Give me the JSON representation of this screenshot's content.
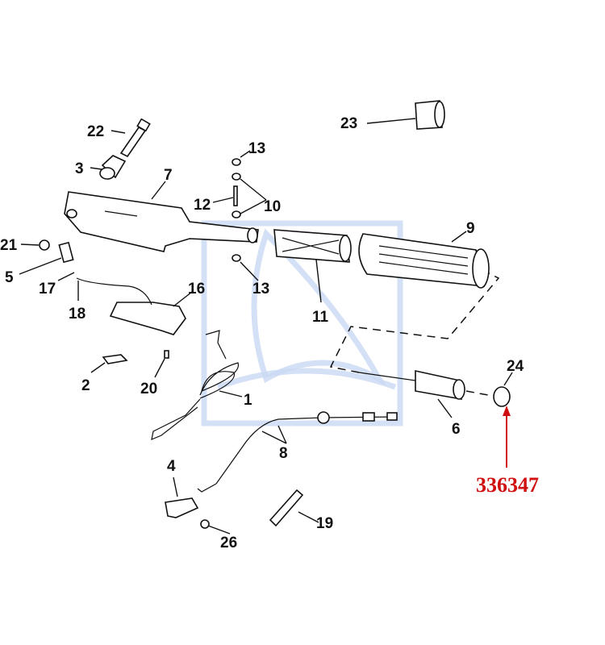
{
  "diagram": {
    "callouts": {
      "c1": "1",
      "c2": "2",
      "c3": "3",
      "c4": "4",
      "c5": "5",
      "c6": "6",
      "c7": "7",
      "c8": "8",
      "c9": "9",
      "c10": "10",
      "c11": "11",
      "c12": "12",
      "c13a": "13",
      "c13b": "13",
      "c16": "16",
      "c17": "17",
      "c18": "18",
      "c19": "19",
      "c20": "20",
      "c21": "21",
      "c22": "22",
      "c23": "23",
      "c24": "24",
      "c26": "26"
    },
    "highlight_part_number": "336347",
    "highlight_color": "#d01010"
  }
}
